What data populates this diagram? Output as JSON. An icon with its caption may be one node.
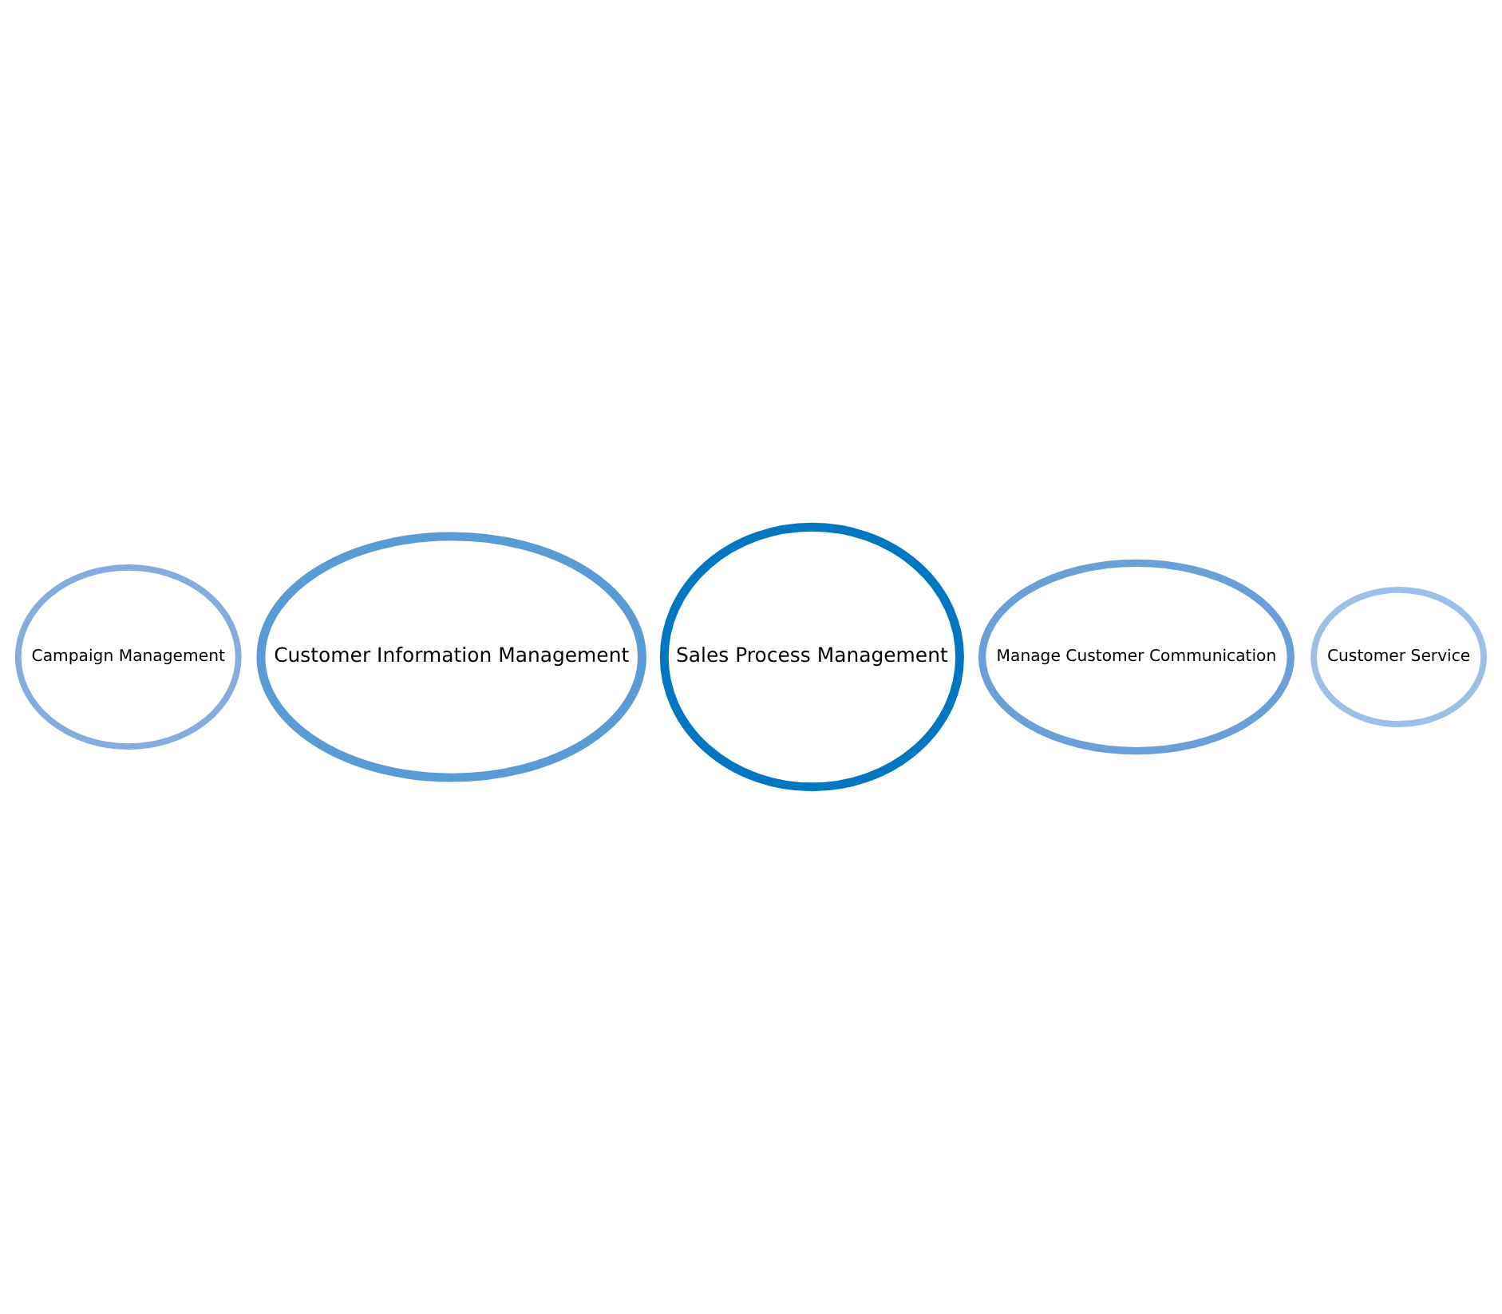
{
  "diagram": {
    "nodes": [
      {
        "text": [
          "Sales Process Management"
        ]
      },
      {
        "text": [
          "Customer Information Management"
        ]
      },
      {
        "text": [
          "Manage Customer Communication"
        ]
      },
      {
        "text": [
          "Campaign Management"
        ]
      },
      {
        "text": [
          "Customer Service"
        ]
      }
    ]
  }
}
